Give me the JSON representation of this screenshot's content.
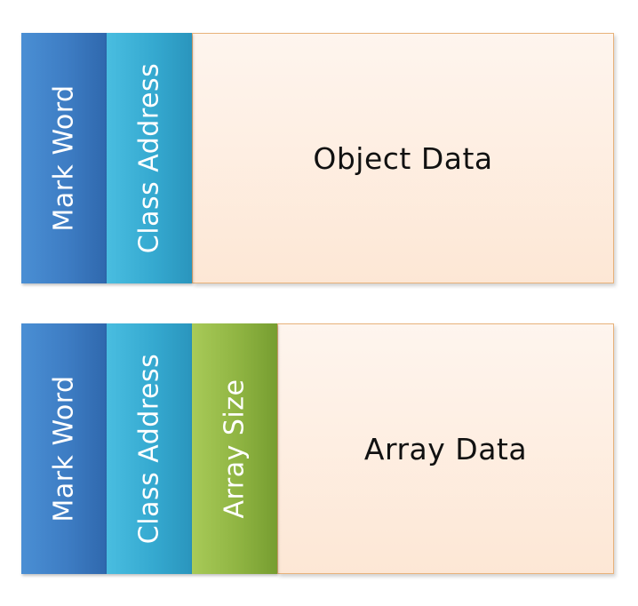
{
  "object_layout": {
    "mark_word": "Mark Word",
    "class_address": "Class Address",
    "data": "Object Data"
  },
  "array_layout": {
    "mark_word": "Mark Word",
    "class_address": "Class Address",
    "array_size": "Array Size",
    "data": "Array Data"
  },
  "colors": {
    "mark_word": "#3d7cc3",
    "class_address": "#35a9d0",
    "array_size": "#8fb442",
    "data_fill": "#fdeee2",
    "data_border": "#e8b27a"
  }
}
